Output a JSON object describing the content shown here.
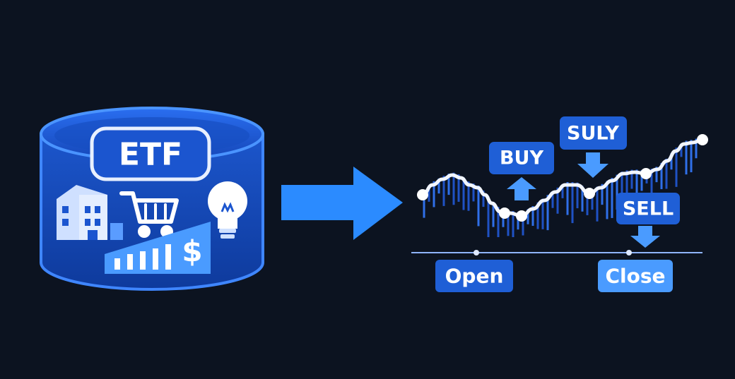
{
  "colors": {
    "background": "#0c1320",
    "primary_blue": "#1f5fd6",
    "deep_blue": "#0f3fa8",
    "light_blue": "#4a9bff",
    "arrow_blue": "#2b8bff",
    "line_white": "#f2f6ff"
  },
  "etf": {
    "label": "ETF",
    "icons": [
      "office-building-icon",
      "shopping-cart-icon",
      "lightbulb-icon",
      "bar-chart-icon",
      "dollar-sign-icon"
    ],
    "dollar_symbol": "$"
  },
  "flow_arrow": {
    "icon": "right-arrow-icon"
  },
  "trading": {
    "signals": [
      {
        "label": "BUY",
        "direction": "up"
      },
      {
        "label": "SULY",
        "direction": "down"
      },
      {
        "label": "SELL",
        "direction": "down"
      }
    ],
    "timeline": {
      "open_label": "Open",
      "close_label": "Close"
    }
  }
}
